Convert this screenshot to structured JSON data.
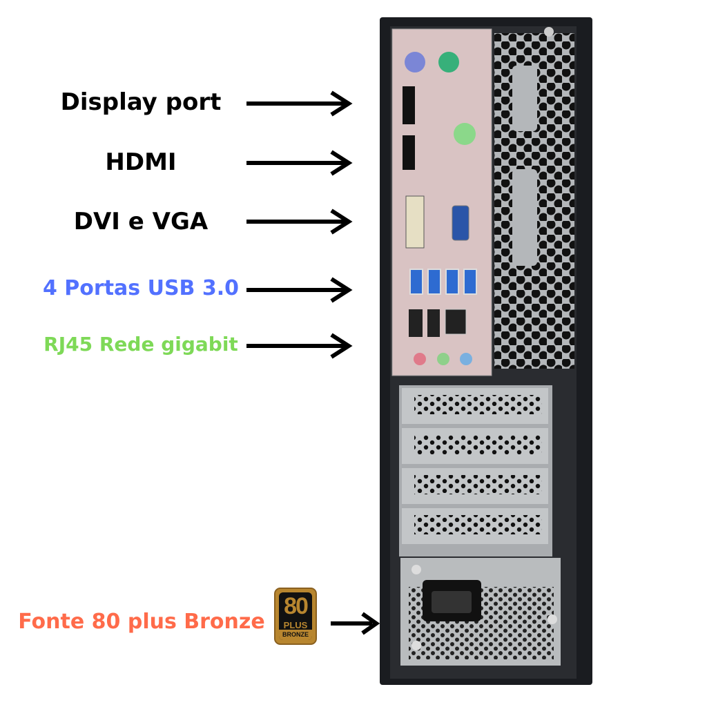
{
  "labels": [
    {
      "id": "display-port",
      "text": "Display port",
      "color": "#000000"
    },
    {
      "id": "hdmi",
      "text": "HDMI",
      "color": "#000000"
    },
    {
      "id": "dvi-vga",
      "text": "DVI e VGA",
      "color": "#000000"
    },
    {
      "id": "usb",
      "text": "4 Portas USB 3.0",
      "color": "#5271ff"
    },
    {
      "id": "rj45",
      "text": "RJ45 Rede gigabit",
      "color": "#7ed957"
    },
    {
      "id": "psu",
      "text": "Fonte 80 plus Bronze",
      "color": "#ff6b4a"
    }
  ],
  "badge": {
    "number": "80",
    "plus": "PLUS",
    "tier": "BRONZE",
    "color": "#b8862f"
  },
  "colors": {
    "case": "#1a1c20",
    "metal": "#b9bcbf",
    "shield": "#d9c3c3"
  }
}
